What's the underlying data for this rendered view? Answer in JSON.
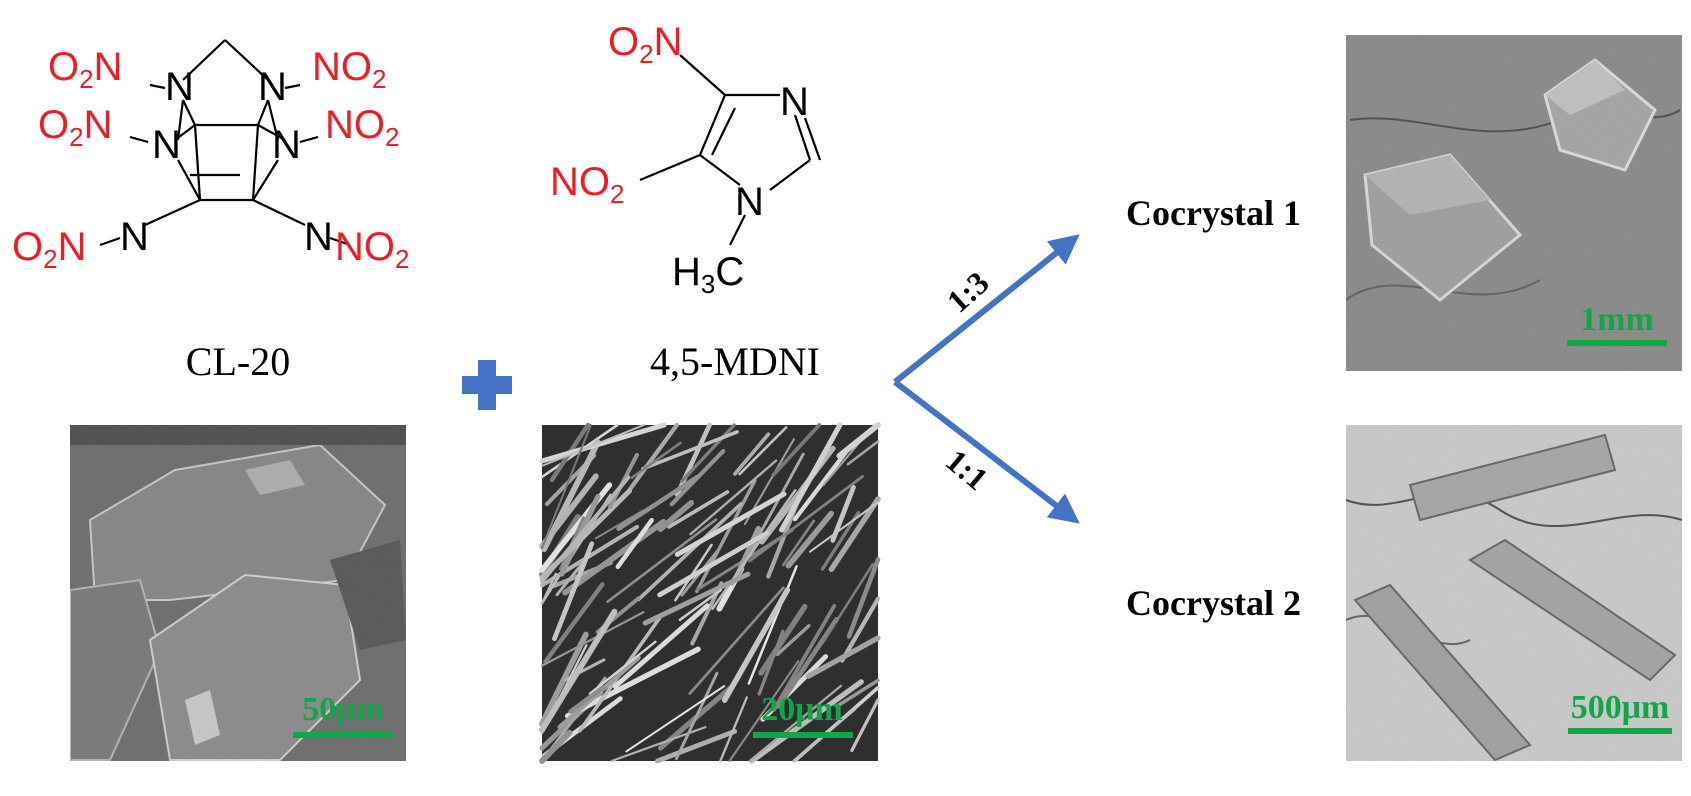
{
  "colors": {
    "nitro": "#ee1c25",
    "bond": "#000000",
    "arrow": "#4472c4",
    "plus": "#4472c4",
    "scale": "#12a54a",
    "sem_dark": "#3a3a3a",
    "sem_light": "#bfbfbf"
  },
  "cl20": {
    "name": "CL-20",
    "no2_label": "NO",
    "no2_sub": "2",
    "o2n_label_o": "O",
    "o2n_sub": "2",
    "o2n_label_n": "N",
    "n": "N"
  },
  "mdni": {
    "name": "4,5-MDNI",
    "n": "N",
    "methyl_h": "H",
    "methyl_sub": "3",
    "methyl_c": "C"
  },
  "plus_icon": "plus-icon",
  "ratios": {
    "upper": "1:3",
    "lower": "1:1"
  },
  "products": {
    "cocrystal1": "Cocrystal 1",
    "cocrystal2": "Cocrystal 2"
  },
  "scale_bars": {
    "cl20": "50μm",
    "mdni": "20μm",
    "cocrystal1": "1mm",
    "cocrystal2": "500μm"
  }
}
